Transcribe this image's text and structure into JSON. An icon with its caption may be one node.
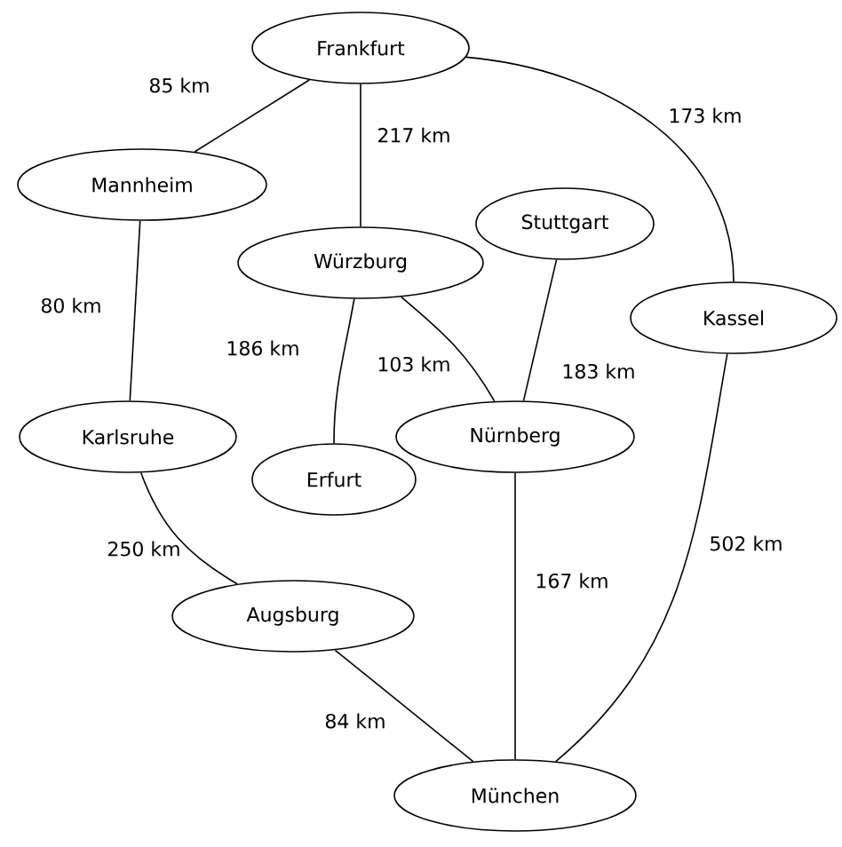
{
  "diagram": {
    "nodes": [
      {
        "text": [
          "Frankfurt"
        ]
      },
      {
        "text": [
          "Mannheim"
        ]
      },
      {
        "text": [
          "Würzburg"
        ]
      },
      {
        "text": [
          "Stuttgart"
        ]
      },
      {
        "text": [
          "Kassel"
        ]
      },
      {
        "text": [
          "Karlsruhe"
        ]
      },
      {
        "text": [
          "Erfurt"
        ]
      },
      {
        "text": [
          "Nürnberg"
        ]
      },
      {
        "text": [
          "Augsburg"
        ]
      },
      {
        "text": [
          "München"
        ]
      }
    ],
    "edges": [
      {
        "from": 0,
        "to": 1,
        "arrow": "none",
        "label": "85 km"
      },
      {
        "from": 0,
        "to": 2,
        "arrow": "none",
        "label": "217 km"
      },
      {
        "from": 0,
        "to": 4,
        "arrow": "none",
        "label": "173 km"
      },
      {
        "from": 1,
        "to": 5,
        "arrow": "none",
        "label": "80 km"
      },
      {
        "from": 2,
        "to": 6,
        "arrow": "none",
        "label": "186 km"
      },
      {
        "from": 2,
        "to": 7,
        "arrow": "none",
        "label": "103 km"
      },
      {
        "from": 3,
        "to": 7,
        "arrow": "none",
        "label": "183 km"
      },
      {
        "from": 5,
        "to": 8,
        "arrow": "none",
        "label": "250 km"
      },
      {
        "from": 8,
        "to": 9,
        "arrow": "none",
        "label": "84 km"
      },
      {
        "from": 7,
        "to": 9,
        "arrow": "none",
        "label": "167 km"
      },
      {
        "from": 4,
        "to": 9,
        "arrow": "none",
        "label": "502 km"
      }
    ]
  }
}
